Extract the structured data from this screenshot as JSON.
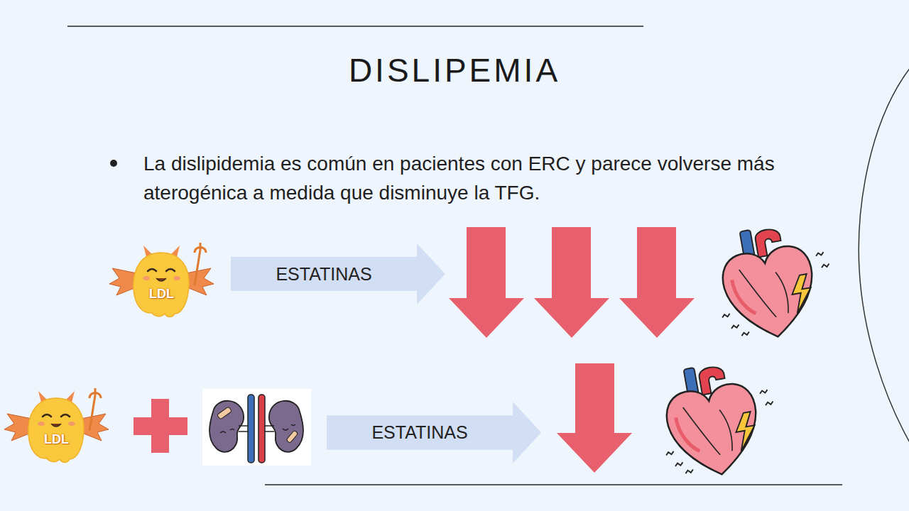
{
  "diagram": {
    "title": "DISLIPEMIA",
    "nodes": [
      {
        "text": [
          "LDL"
        ]
      },
      {
        "text": [
          "ESTATINAS"
        ]
      },
      {
        "text": [
          "LDL"
        ]
      },
      {
        "text": [
          "ESTATINAS"
        ]
      }
    ],
    "labels": [
      "La dislipidemia es común en pacientes con ERC y parece volverse más aterogénica a medida que disminuye la TFG."
    ]
  }
}
